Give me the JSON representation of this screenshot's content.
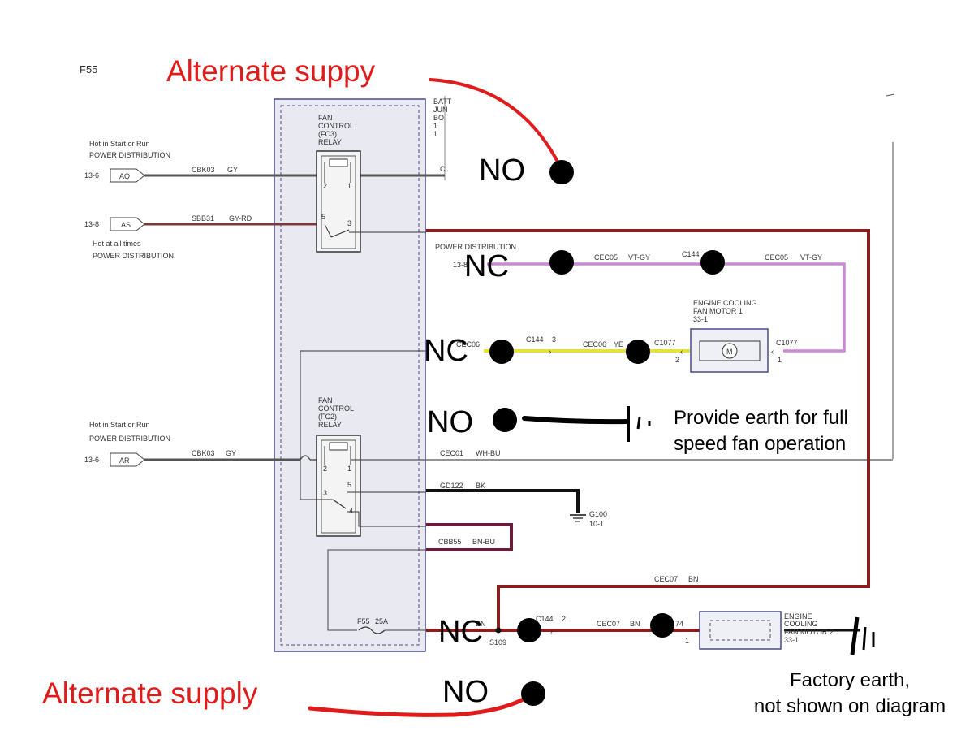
{
  "page_id": "F55",
  "annotations": {
    "alternate_top": "Alternate suppy",
    "alternate_bottom": "Alternate supply",
    "no_1": "NO",
    "nc_1": "NC",
    "nc_2": "NC",
    "no_2": "NO",
    "nc_3": "NC",
    "no_3": "NO",
    "earth_note_line1": "Provide earth for full",
    "earth_note_line2": "speed fan operation",
    "factory_note_line1": "Factory earth,",
    "factory_note_line2": "not shown on diagram"
  },
  "relays": {
    "fc3": {
      "l1": "FAN",
      "l2": "CONTROL",
      "l3": "(FC3)",
      "l4": "RELAY",
      "p2": "2",
      "p1": "1",
      "p5": "5",
      "p3": "3"
    },
    "fc2": {
      "l1": "FAN",
      "l2": "CONTROL",
      "l3": "(FC2)",
      "l4": "RELAY",
      "p2": "2",
      "p1": "1",
      "p5": "5",
      "p3": "3",
      "p4": "4"
    }
  },
  "inputs": {
    "top_note_1": "Hot in Start or Run",
    "top_note_2": "POWER DISTRIBUTION",
    "aq": {
      "ref": "13-6",
      "label": "AQ",
      "circuit": "CBK03",
      "color": "GY"
    },
    "as": {
      "ref": "13-8",
      "label": "AS",
      "circuit": "SBB31",
      "color": "GY-RD"
    },
    "mid_note_1": "Hot at all times",
    "mid_note_2": "POWER DISTRIBUTION",
    "ar_note_1": "Hot in Start or Run",
    "ar_note_2": "POWER DISTRIBUTION",
    "ar": {
      "ref": "13-6",
      "label": "AR",
      "circuit": "CBK03",
      "color": "GY"
    }
  },
  "battery_box": {
    "l1": "BATT",
    "l2": "JUN",
    "l3": "BO",
    "l4": "1",
    "l5": "1",
    "c": "C"
  },
  "wires": {
    "pd_label": "POWER DISTRIBUTION",
    "pd_ref": "13-8",
    "cec05_a": "CEC05",
    "vtgy_a": "VT-GY",
    "c144_top": "C144",
    "cec05_b": "CEC05",
    "vtgy_b": "VT-GY",
    "cec06_a": "CEC06",
    "c144_3": "C144",
    "c144_3_pin": "3",
    "cec06_b": "CEC06",
    "ye": "YE",
    "c1077_a": "C1077",
    "c1077_a_pin": "2",
    "c1077_b": "C1077",
    "c1077_b_pin": "1",
    "cec01": "CEC01",
    "whbu": "WH-BU",
    "gd122": "GD122",
    "bk": "BK",
    "g100": "G100",
    "g100_ref": "10-1",
    "cbb55": "CBB55",
    "bnbu": "BN-BU",
    "cec07_top": "CEC07",
    "bn_top": "BN",
    "f55": "F55",
    "f55_rating": "25A",
    "bn_left": "BN",
    "s109": "S109",
    "c144_2": "C144",
    "c144_2_pin": "2",
    "cec07_b": "CEC07",
    "bn_b": "BN",
    "c74": "74",
    "c74_pin": "1"
  },
  "components": {
    "motor1": {
      "l1": "ENGINE COOLING",
      "l2": "FAN MOTOR 1",
      "l3": "33-1",
      "symbol": "M"
    },
    "motor2": {
      "l1": "ENGINE",
      "l2": "COOLING",
      "l3": "FAN MOTOR 2",
      "l4": "33-1"
    }
  },
  "colors": {
    "red_annotation": "#e01b1b",
    "wire_gray": "#555555",
    "wire_violet": "#cc88d8",
    "wire_yellow": "#e6e23a",
    "wire_brown": "#8a1d1d",
    "wire_brown_blue": "#6a1a3a",
    "wire_black": "#111111",
    "box_border": "#4a4a8a",
    "box_fill": "#e9e9f2"
  }
}
